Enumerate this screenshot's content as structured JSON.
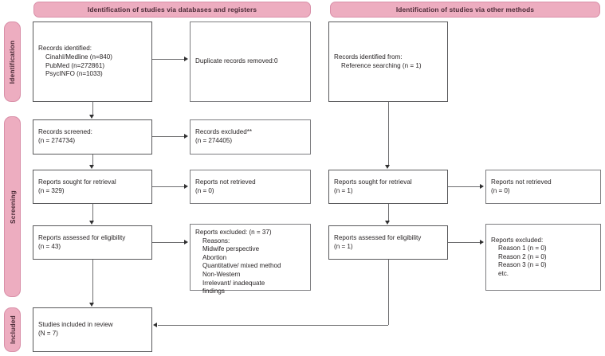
{
  "diagram": {
    "title": "PRISMA 2020 flow diagram",
    "accent_pink": "#edadc0",
    "accent_pink_border": "#d98fa8",
    "box_border": "#59595b",
    "connector_color": "#6e6e70",
    "text_color": "#231f20"
  },
  "banners": [
    {
      "id": "databases",
      "label": "Identification of studies via databases and registers"
    },
    {
      "id": "other",
      "label": "Identification of studies via other methods"
    }
  ],
  "stages": [
    {
      "id": "identification",
      "label": "Identification"
    },
    {
      "id": "screening",
      "label": "Screening"
    },
    {
      "id": "included",
      "label": "Included"
    }
  ],
  "boxes": {
    "records_identified": "Records identified:\n    Cinahl/Medline (n=840)\n    PubMed (n=272861)\n    PsycINFO (n=1033)",
    "duplicates_removed": "Duplicate records removed:0",
    "records_identified_other": "Records identified from:\n    Reference searching (n = 1)",
    "records_screened": "Records screened:\n(n = 274734)",
    "records_excluded": "Records excluded**\n(n = 274405)",
    "reports_sought": "Reports sought for retrieval\n(n = 329)",
    "reports_not_retrieved": "Reports not retrieved\n(n = 0)",
    "reports_sought_other": "Reports sought for retrieval\n(n = 1)",
    "reports_not_retrieved_other": "Reports not retrieved\n(n = 0)",
    "reports_assessed": "Reports assessed for eligibility\n(n = 43)",
    "reports_excluded": "Reports excluded: (n = 37)\n    Reasons:\n    Midwife perspective\n    Abortion\n    Quantitative/ mixed method\n    Non-Western\n    Irrelevant/ inadequate\n    findings",
    "reports_assessed_other": "Reports assessed for eligibility\n(n = 1)",
    "reports_excluded_other": "Reports excluded:\n    Reason 1 (n = 0)\n    Reason 2 (n = 0)\n    Reason 3 (n = 0)\n    etc.",
    "studies_included": "Studies included in review\n(N = 7)"
  },
  "chart_data": {
    "type": "diagram",
    "title": "PRISMA 2020 flow diagram",
    "columns": [
      "databases and registers",
      "other methods"
    ],
    "stages": [
      "Identification",
      "Screening",
      "Included"
    ],
    "nodes": [
      {
        "id": "records_identified",
        "stage": "Identification",
        "column": "databases and registers",
        "counts": {
          "Cinahl/Medline": 840,
          "PubMed": 272861,
          "PsycINFO": 1033
        }
      },
      {
        "id": "duplicates_removed",
        "stage": "Identification",
        "column": "databases and registers",
        "counts": {
          "duplicates_removed": 0
        }
      },
      {
        "id": "records_identified_other",
        "stage": "Identification",
        "column": "other methods",
        "counts": {
          "Reference searching": 1
        }
      },
      {
        "id": "records_screened",
        "stage": "Screening",
        "column": "databases and registers",
        "counts": {
          "n": 274734
        }
      },
      {
        "id": "records_excluded",
        "stage": "Screening",
        "column": "databases and registers",
        "counts": {
          "n": 274405
        }
      },
      {
        "id": "reports_sought",
        "stage": "Screening",
        "column": "databases and registers",
        "counts": {
          "n": 329
        }
      },
      {
        "id": "reports_not_retrieved",
        "stage": "Screening",
        "column": "databases and registers",
        "counts": {
          "n": 0
        }
      },
      {
        "id": "reports_assessed",
        "stage": "Screening",
        "column": "databases and registers",
        "counts": {
          "n": 43
        }
      },
      {
        "id": "reports_excluded",
        "stage": "Screening",
        "column": "databases and registers",
        "counts": {
          "n": 37
        },
        "reasons": [
          "Midwife perspective",
          "Abortion",
          "Quantitative/ mixed method",
          "Non-Western",
          "Irrelevant/ inadequate findings"
        ]
      },
      {
        "id": "reports_sought_other",
        "stage": "Screening",
        "column": "other methods",
        "counts": {
          "n": 1
        }
      },
      {
        "id": "reports_not_retrieved_other",
        "stage": "Screening",
        "column": "other methods",
        "counts": {
          "n": 0
        }
      },
      {
        "id": "reports_assessed_other",
        "stage": "Screening",
        "column": "other methods",
        "counts": {
          "n": 1
        }
      },
      {
        "id": "reports_excluded_other",
        "stage": "Screening",
        "column": "other methods",
        "counts": {
          "Reason 1": 0,
          "Reason 2": 0,
          "Reason 3": 0
        }
      },
      {
        "id": "studies_included",
        "stage": "Included",
        "column": "merged",
        "counts": {
          "N": 7
        }
      }
    ],
    "edges": [
      {
        "from": "records_identified",
        "to": "duplicates_removed"
      },
      {
        "from": "records_identified",
        "to": "records_screened"
      },
      {
        "from": "records_screened",
        "to": "records_excluded"
      },
      {
        "from": "records_screened",
        "to": "reports_sought"
      },
      {
        "from": "reports_sought",
        "to": "reports_not_retrieved"
      },
      {
        "from": "reports_sought",
        "to": "reports_assessed"
      },
      {
        "from": "reports_assessed",
        "to": "reports_excluded"
      },
      {
        "from": "reports_assessed",
        "to": "studies_included"
      },
      {
        "from": "records_identified_other",
        "to": "reports_sought_other"
      },
      {
        "from": "reports_sought_other",
        "to": "reports_not_retrieved_other"
      },
      {
        "from": "reports_sought_other",
        "to": "reports_assessed_other"
      },
      {
        "from": "reports_assessed_other",
        "to": "reports_excluded_other"
      },
      {
        "from": "reports_assessed_other",
        "to": "studies_included"
      }
    ]
  }
}
